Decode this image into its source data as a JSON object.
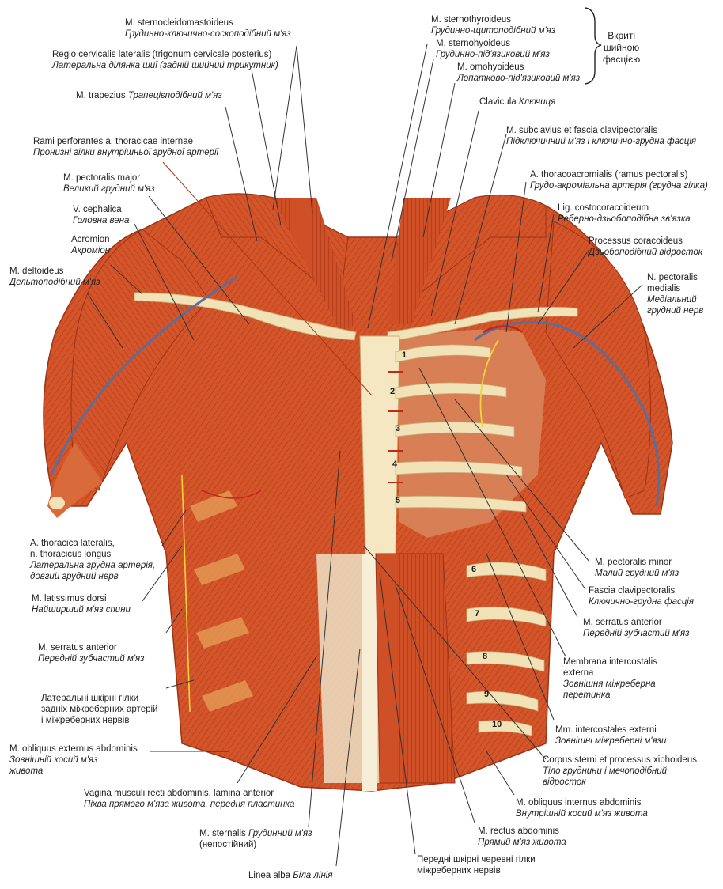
{
  "labels": {
    "scm": {
      "la": "M. sternocleidomastoideus",
      "ua": "Грудинно-ключично-соскоподібний м'яз"
    },
    "regio": {
      "la": "Regio cervicalis lateralis (trigonum cervicale posterius)",
      "ua": "Латеральна ділянка шиї (задній шийний трикутник)"
    },
    "trapezius": {
      "la": "M. trapezius",
      "ua": "Трапецієподібний м'яз"
    },
    "rami": {
      "la": "Rami perforantes a. thoracicae internae",
      "ua": "Пронизні гілки внутрішньої грудної артерії"
    },
    "pect_major": {
      "la": "M. pectoralis major",
      "ua": "Великий грудний м'яз"
    },
    "cephalica": {
      "la": "V. cephalica",
      "ua": "Головна вена"
    },
    "acromion": {
      "la": "Acromion",
      "ua": "Акроміон"
    },
    "deltoid": {
      "la": "M. deltoideus",
      "ua": "Дельтоподібний м'яз"
    },
    "sternothyroid": {
      "la": "M. sternothyroideus",
      "ua": "Грудинно-щитоподібний м'яз"
    },
    "sternohyoid": {
      "la": "M. sternohyoideus",
      "ua": "Грудинно-під'язиковий м'яз"
    },
    "omohyoid": {
      "la": "M. omohyoideus",
      "ua": "Лопатково-під'язиковий м'яз"
    },
    "clavicula": {
      "la": "Clavicula",
      "ua": "Ключиця"
    },
    "subclavius": {
      "la": "M. subclavius et fascia clavipectoralis",
      "ua": "Підключичний м'яз і ключично-грудна фасція"
    },
    "thoracoacrom": {
      "la": "A. thoracoacromialis (ramus pectoralis)",
      "ua": "Грудо-акроміальна артерія (грудна гілка)"
    },
    "lig_cc": {
      "la": "Lig. costocoracoideum",
      "ua": "Ребернo-дзьобоподібна зв'язка"
    },
    "coracoid": {
      "la": "Processus coracoideus",
      "ua": "Дзьобоподібний відросток"
    },
    "n_pect_l1": "N. pectoralis",
    "n_pect_l2": "medialis",
    "n_pect_u1": "Медіальний",
    "n_pect_u2": "грудний нерв",
    "thor_lat_l1": "A. thoracica lateralis,",
    "thor_lat_l2": "n. thoracicus longus",
    "thor_lat_u1": "Латеральна грудна артерія,",
    "thor_lat_u2": "довгий грудний нерв",
    "latissimus": {
      "la": "M. latissimus dorsi",
      "ua": "Найширший м'яз спини"
    },
    "serratus_left": {
      "la": "M. serratus anterior",
      "ua": "Передній зубчастий м'яз"
    },
    "lat_skin_1": "Латеральні шкірні гілки",
    "lat_skin_2": "задніх міжреберних артерій",
    "lat_skin_3": "і міжреберних нервів",
    "obl_ext_la": "M. obliquus externus abdominis",
    "obl_ext_u1": "Зовнішній косий м'яз",
    "obl_ext_u2": "живота",
    "vagina": {
      "la": "Vagina musculi recti abdominis, lamina anterior",
      "ua": "Піхва прямого м'яза живота, передня пластинка"
    },
    "sternalis_la": "M. sternalis",
    "sternalis_ua": "Грудинний м'яз",
    "sternalis_note": "(непостійний)",
    "linea_alba": {
      "la": "Linea alba",
      "ua": "Біла лінія"
    },
    "pect_minor": {
      "la": "M. pectoralis minor",
      "ua": "Малий грудний м'яз"
    },
    "fascia_cp": {
      "la": "Fascia clavipectoralis",
      "ua": "Ключично-грудна фасція"
    },
    "serratus_right": {
      "la": "M. serratus anterior",
      "ua": "Передній зубчастий м'яз"
    },
    "membrana_l1": "Membrana intercostalis",
    "membrana_l2": "externa",
    "membrana_u1": "Зовнішня міжреберна",
    "membrana_u2": "перетинка",
    "intercostales": {
      "la": "Mm. intercostales externi",
      "ua": "Зовнішні міжреберні м'язи"
    },
    "corpus_la": "Corpus sterni et processus xiphoideus",
    "corpus_u1": "Тіло груднини і мечоподібний",
    "corpus_u2": "відросток",
    "obl_int": {
      "la": "M. obliquus internus abdominis",
      "ua": "Внутрішній косий м'яз живота"
    },
    "rectus": {
      "la": "M. rectus abdominis",
      "ua": "Прямий м'яз живота"
    },
    "ant_skin_1": "Передні шкірні черевні гілки",
    "ant_skin_2": "міжреберних нервів"
  },
  "brace_text": [
    "Вкриті",
    "шийною",
    "фасцією"
  ],
  "ribs": [
    "1",
    "2",
    "3",
    "4",
    "5",
    "6",
    "7",
    "8",
    "9",
    "10"
  ],
  "colors": {
    "muscle": "#d4552a",
    "muscle_dark": "#a8361a",
    "muscle_light": "#e9864f",
    "fascia": "#f1e2b8",
    "nerve": "#f2d43a",
    "artery": "#c0281a",
    "vein": "#5a6e9c",
    "leader": "#333333"
  }
}
